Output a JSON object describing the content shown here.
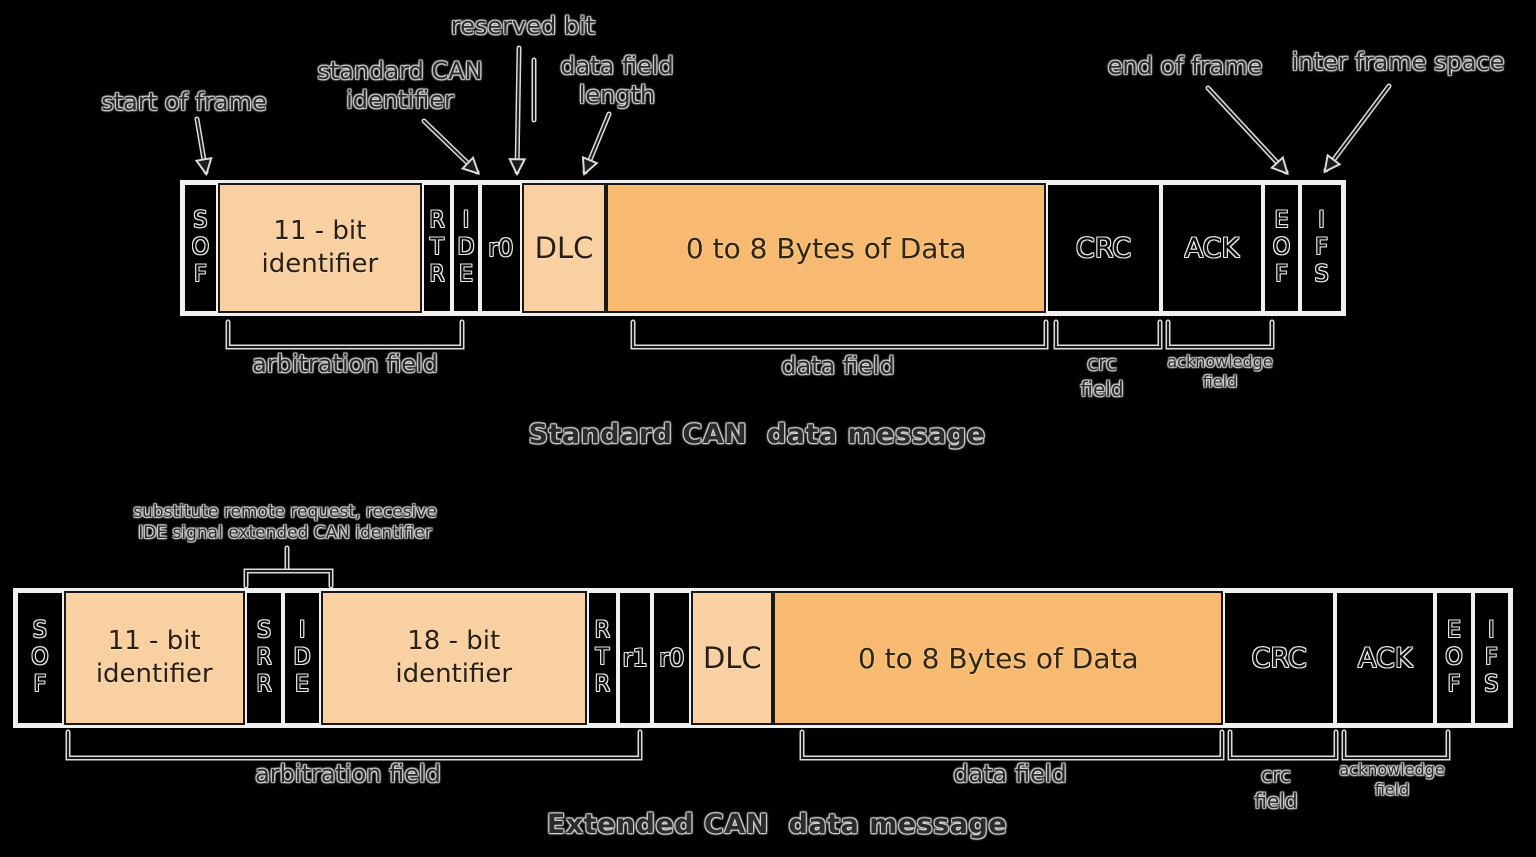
{
  "colors": {
    "background": "#000000",
    "field_light": "#f8d0a2",
    "field_data": "#f7ba70",
    "field_dark": "#000000",
    "frame_border": "#f0f0f0"
  },
  "standard_frame": {
    "title": "Standard CAN  data message",
    "cells": [
      {
        "label": "SOF",
        "type": "dark"
      },
      {
        "label": "11 - bit identifier",
        "type": "light"
      },
      {
        "label": "RTR",
        "type": "dark"
      },
      {
        "label": "IDE",
        "type": "dark"
      },
      {
        "label": "r0",
        "type": "dark"
      },
      {
        "label": "DLC",
        "type": "light"
      },
      {
        "label": "0 to 8 Bytes of Data",
        "type": "data"
      },
      {
        "label": "CRC",
        "type": "dark"
      },
      {
        "label": "ACK",
        "type": "dark"
      },
      {
        "label": "EOF",
        "type": "dark"
      },
      {
        "label": "IFS",
        "type": "dark"
      }
    ],
    "callouts": {
      "start_of_frame": "start of frame",
      "standard_can_identifier": "standard CAN\nidentifier",
      "reserved_bit": "reserved bit",
      "data_field_length": "data field\nlength",
      "end_of_frame": "end of frame",
      "inter_frame_space": "inter frame space"
    },
    "brackets": {
      "arbitration": "arbitration field",
      "data": "data field",
      "crc": "crc\nfield",
      "acknowledge": "acknowledge\nfield"
    }
  },
  "extended_frame": {
    "title": "Extended CAN  data message",
    "cells": [
      {
        "label": "SOF",
        "type": "dark"
      },
      {
        "label": "11 - bit identifier",
        "type": "light"
      },
      {
        "label": "SRR",
        "type": "dark"
      },
      {
        "label": "IDE",
        "type": "dark"
      },
      {
        "label": "18 - bit identifier",
        "type": "light"
      },
      {
        "label": "RTR",
        "type": "dark"
      },
      {
        "label": "r1",
        "type": "dark"
      },
      {
        "label": "r0",
        "type": "dark"
      },
      {
        "label": "DLC",
        "type": "light"
      },
      {
        "label": "0 to 8 Bytes of Data",
        "type": "data"
      },
      {
        "label": "CRC",
        "type": "dark"
      },
      {
        "label": "ACK",
        "type": "dark"
      },
      {
        "label": "EOF",
        "type": "dark"
      },
      {
        "label": "IFS",
        "type": "dark"
      }
    ],
    "callouts": {
      "substitute_remote_request": "substitute remote request, recesive\nIDE signal extended CAN identifier"
    },
    "brackets": {
      "arbitration": "arbitration field",
      "data": "data field",
      "crc": "crc\nfield",
      "acknowledge": "acknowledge\nfield"
    }
  }
}
